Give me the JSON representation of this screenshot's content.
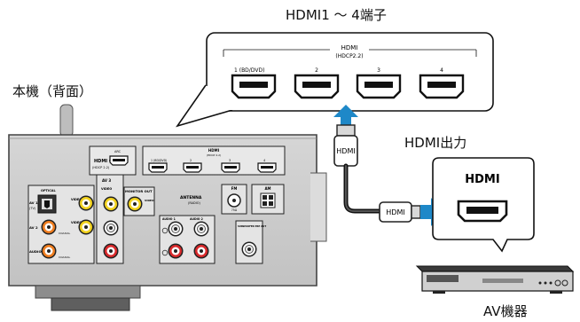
{
  "labels": {
    "hdmi_terminals": "HDMI1 ～ 4端子",
    "main_unit_back": "本機（背面）",
    "hdmi_output": "HDMI出力",
    "av_device": "AV機器",
    "cable_tag_top": "HDMI",
    "cable_tag_bottom": "HDMI"
  },
  "callout": {
    "header": "HDMI",
    "subheader": "(HDCP2.2)",
    "ports": [
      "1 (BD/DVD)",
      "2",
      "3",
      "4"
    ]
  },
  "device_callout": {
    "header": "HDMI"
  },
  "receiver_panel": {
    "hdmi_out": "HDMI OUT",
    "hdmi_out_sub": "(HDCP 2.2)",
    "arc": "ARC",
    "hdmi_header": "HDMI",
    "hdmi_sub": "(HDCP 2.2)",
    "hdmi_ports": [
      "1 (BD/DVD)",
      "2",
      "3",
      "4"
    ],
    "optical": "OPTICAL",
    "av1": "AV 1",
    "av1_sub": "(TV)",
    "av2": "AV 2",
    "av3": "AV 3",
    "audio": "AUDIO",
    "video": "VIDEO",
    "coaxial": "COAXIAL",
    "monitor_out": "MONITOR OUT",
    "antenna": "ANTENNA",
    "antenna_sub": "(RADIO)",
    "fm": "FM",
    "am": "AM",
    "fm_ohm": "75Ω",
    "audio1": "AUDIO 1",
    "audio2": "AUDIO 2",
    "subwoofer": "SUBWOOFER PRE OUT"
  },
  "colors": {
    "arrow": "#1e88c8",
    "panel_gray": "#cfcfcf",
    "yellow_jack": "#f2d21c",
    "red_jack": "#d9292b"
  }
}
